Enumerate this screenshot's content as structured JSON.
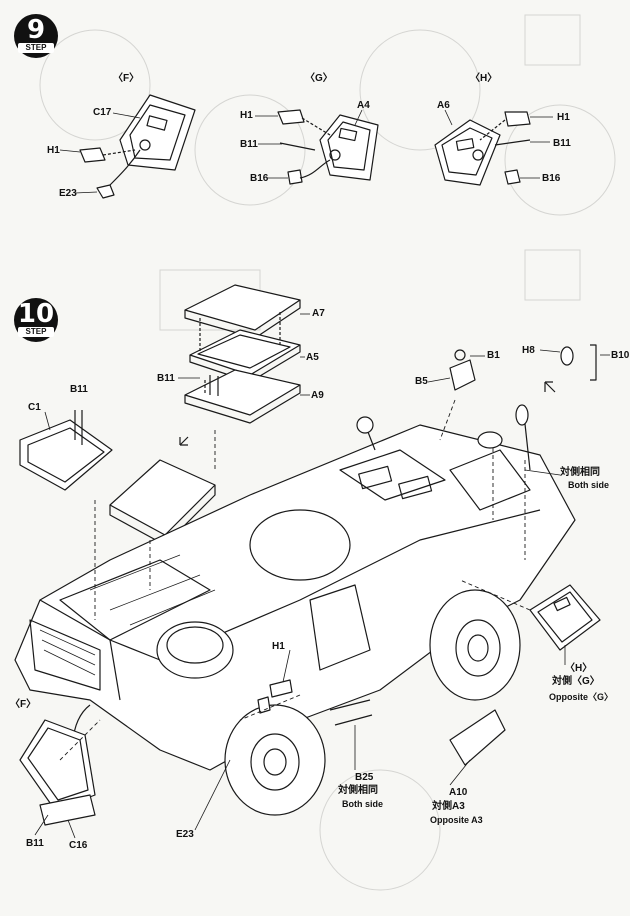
{
  "steps": {
    "step9": "9",
    "step10": "10",
    "step_word": "STEP"
  },
  "step9": {
    "views": {
      "F": "〈F〉",
      "G": "〈G〉",
      "H": "〈H〉"
    },
    "F_parts": {
      "c17": "C17",
      "h1": "H1",
      "e23": "E23"
    },
    "G_parts": {
      "h1": "H1",
      "a4": "A4",
      "b11": "B11",
      "b16": "B16"
    },
    "H_parts": {
      "a6": "A6",
      "h1": "H1",
      "b11": "B11",
      "b16": "B16"
    }
  },
  "step10": {
    "hatch_parts": {
      "a7": "A7",
      "a5": "A5",
      "b11": "B11",
      "a9": "A9"
    },
    "left_parts": {
      "c1": "C1",
      "b11": "B11"
    },
    "top_right_parts": {
      "b1": "B1",
      "b5": "B5",
      "h8": "H8",
      "b10": "B10"
    },
    "both_side_cn": "対側相同",
    "both_side_en": "Both side",
    "right_door": {
      "view": "〈H〉",
      "opposite_cn": "対側〈G〉",
      "opposite_en": "Opposite〈G〉"
    },
    "front_parts": {
      "h1": "H1",
      "e23": "E23"
    },
    "steps_label": {
      "b25": "B25",
      "cn": "対側相同",
      "en": "Both side"
    },
    "a10_label": {
      "a10": "A10",
      "cn": "対側A3",
      "en": "Opposite A3"
    },
    "left_door": {
      "view": "〈F〉",
      "b11": "B11",
      "c16": "C16"
    }
  }
}
